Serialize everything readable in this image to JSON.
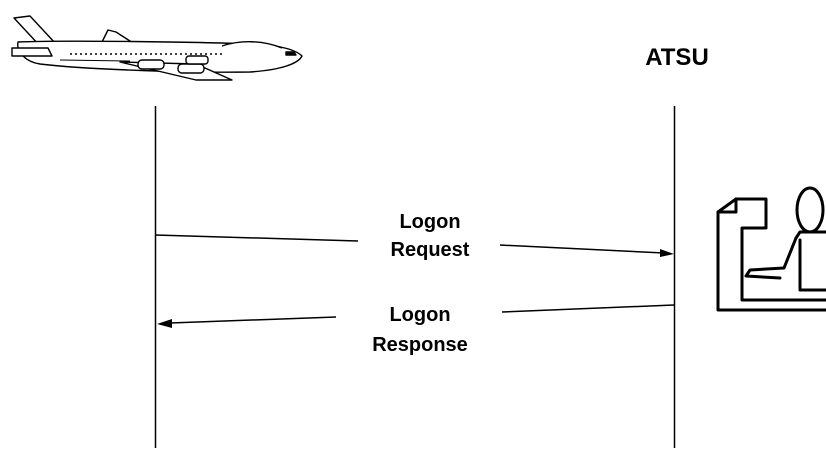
{
  "participants": {
    "aircraft": {
      "icon": "airliner-icon"
    },
    "atsu": {
      "label": "ATSU",
      "icon": "atc-controller-workstation-icon"
    }
  },
  "messages": {
    "logon_request": {
      "line1": "Logon",
      "line2": "Request",
      "direction": "aircraft-to-atsu"
    },
    "logon_response": {
      "line1": "Logon",
      "line2": "Response",
      "direction": "atsu-to-aircraft"
    }
  },
  "colors": {
    "stroke": "#000000",
    "background": "#ffffff"
  }
}
